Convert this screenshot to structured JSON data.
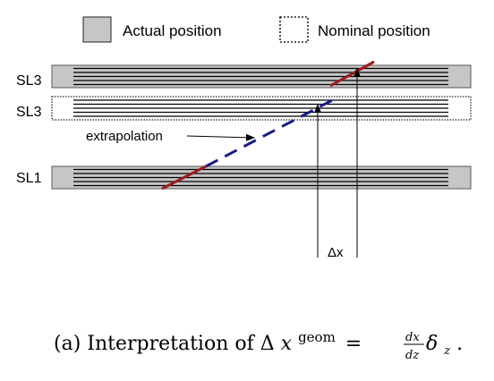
{
  "legend": {
    "actual_label": "Actual position",
    "nominal_label": "Nominal position"
  },
  "layers": {
    "top_actual": "SL3",
    "top_nominal": "SL3",
    "bottom": "SL1"
  },
  "annotations": {
    "extrapolation": "extrapolation",
    "delta_x": "Δx"
  },
  "caption": {
    "prefix": "(a)  Interpretation of Δ",
    "variable": "x",
    "superscript": "geom",
    "equals": "=",
    "numerator": "dx",
    "denominator": "dz",
    "delta": "δ",
    "delta_subscript": "z",
    "period": "."
  },
  "colors": {
    "actual_fill": "#c6c6c6",
    "measured_track": "#9e1c1c",
    "extrapolated_track": "#1a1a8a"
  }
}
